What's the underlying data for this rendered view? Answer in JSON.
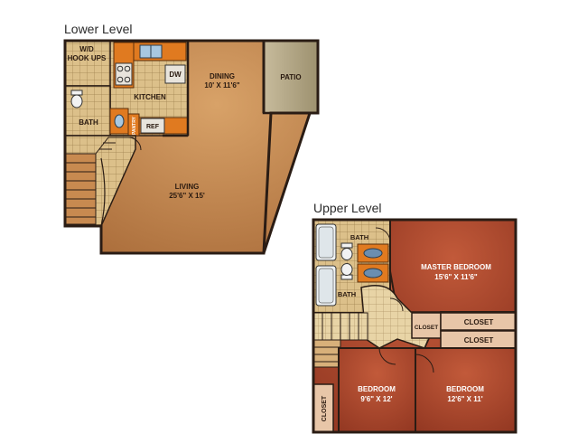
{
  "lower_level": {
    "title": "Lower Level",
    "rooms": {
      "wd": {
        "line1": "W/D",
        "line2": "HOOK UPS"
      },
      "kitchen": {
        "name": "KITCHEN"
      },
      "dw": {
        "name": "DW"
      },
      "dining": {
        "name": "DINING",
        "size": "10' X 11'6\""
      },
      "patio": {
        "name": "PATIO"
      },
      "bath": {
        "name": "BATH"
      },
      "pantry": {
        "name": "PANTRY"
      },
      "ref": {
        "name": "REF"
      },
      "living": {
        "name": "LIVING",
        "size": "25'6\" X 15'"
      }
    }
  },
  "upper_level": {
    "title": "Upper Level",
    "rooms": {
      "bath_top": {
        "name": "BATH"
      },
      "bath_bottom": {
        "name": "BATH"
      },
      "master": {
        "name": "MASTER BEDROOM",
        "size": "15'6\" X 11'6\""
      },
      "closet_hall": {
        "name": "CLOSET"
      },
      "closet1": {
        "name": "CLOSET"
      },
      "closet2": {
        "name": "CLOSET"
      },
      "bedroom_left": {
        "name": "BEDROOM",
        "size": "9'6\" X 12'"
      },
      "bedroom_right": {
        "name": "BEDROOM",
        "size": "12'6\" X 11'"
      },
      "closet_side": {
        "name": "CLOSET"
      }
    }
  },
  "colors": {
    "wall": "#2a1c14",
    "living_floor": "#c98f52",
    "kitchen_counter": "#e07a20",
    "tile": "#d6b77a",
    "bedroom": "#b04a30",
    "patio": "#b5a88a",
    "closet": "#e8c6a8"
  }
}
